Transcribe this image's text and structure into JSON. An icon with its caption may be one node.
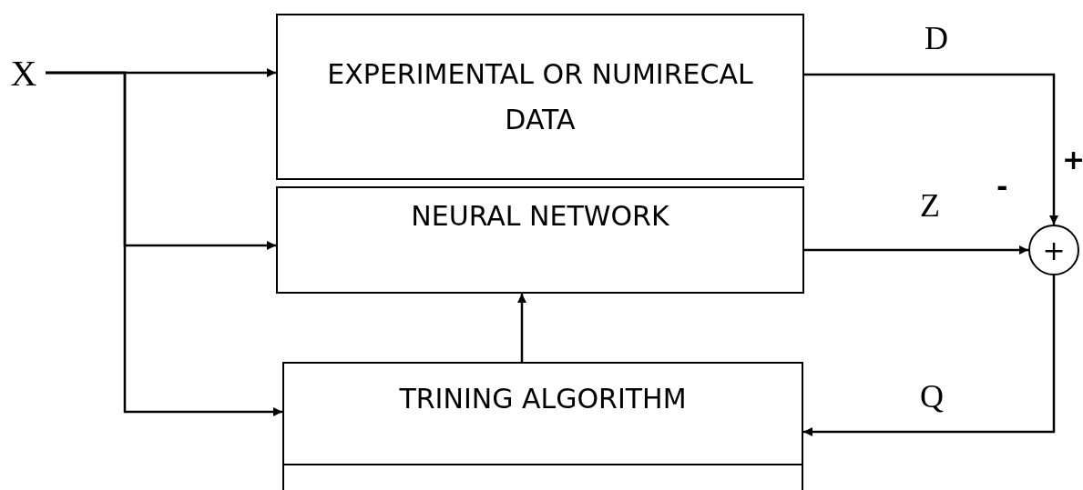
{
  "diagram": {
    "nodes": [
      {
        "text": [
          "X"
        ]
      },
      {
        "text": [
          "EXPERIMENTAL OR NUMIRECAL DATA"
        ]
      },
      {
        "text": [
          "NEURAL NETWORK"
        ]
      },
      {
        "text": [
          "TRINING ALGORITHM"
        ]
      },
      {
        "text": [
          "+"
        ]
      }
    ],
    "edges": [
      {
        "from": 0,
        "to": 1,
        "arrow": "to"
      },
      {
        "from": 0,
        "to": 2,
        "arrow": "to"
      },
      {
        "from": 0,
        "to": 3,
        "arrow": "to"
      },
      {
        "from": 1,
        "to": 4,
        "arrow": "to",
        "label": "D"
      },
      {
        "from": 2,
        "to": 4,
        "arrow": "to",
        "label": "Z"
      },
      {
        "from": 3,
        "to": 2,
        "arrow": "to"
      },
      {
        "from": 4,
        "to": 3,
        "arrow": "to",
        "label": "Q"
      }
    ],
    "labels": [
      "+",
      "-"
    ]
  }
}
